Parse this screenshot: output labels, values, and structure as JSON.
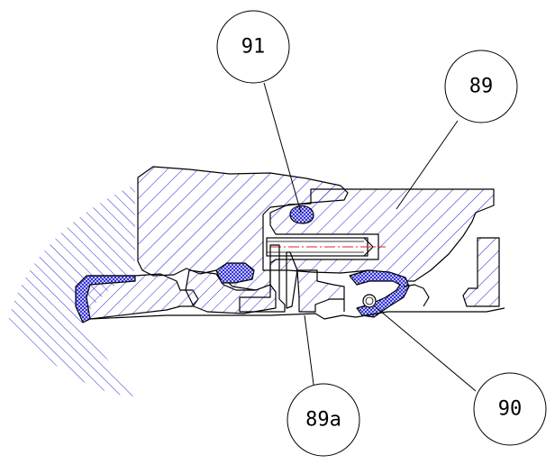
{
  "callouts": {
    "c91": "91",
    "c89": "89",
    "c90": "90",
    "c89a": "89a"
  },
  "colors": {
    "hatch": "#2a2ad6",
    "crosshatch": "#2a2ad6",
    "outline": "#000000",
    "centerline": "#e02020"
  }
}
